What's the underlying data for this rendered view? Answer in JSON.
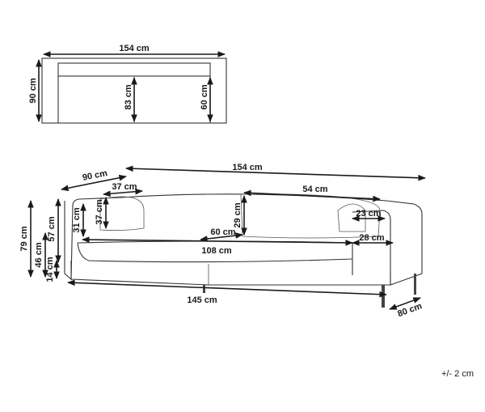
{
  "top_view": {
    "width": "154 cm",
    "depth": "90 cm",
    "seat_depth": "83 cm",
    "inner_depth": "60 cm"
  },
  "front_view": {
    "side_depth": "90 cm",
    "total_width": "154 cm",
    "pillow_width": "37 cm",
    "pillow_height": "37 cm",
    "backrest_height": "31 cm",
    "cushion_width": "54 cm",
    "cushion_height": "29 cm",
    "seat_depth": "60 cm",
    "seat_width": "108  cm",
    "armrest_width": "23 cm",
    "armrest_height": "28 cm",
    "total_height": "79 cm",
    "armrest_total_height": "57 cm",
    "seat_height": "46 cm",
    "leg_height": "14 cm",
    "base_width": "145 cm",
    "base_depth": "80 cm"
  },
  "tolerance": "+/- 2 cm"
}
